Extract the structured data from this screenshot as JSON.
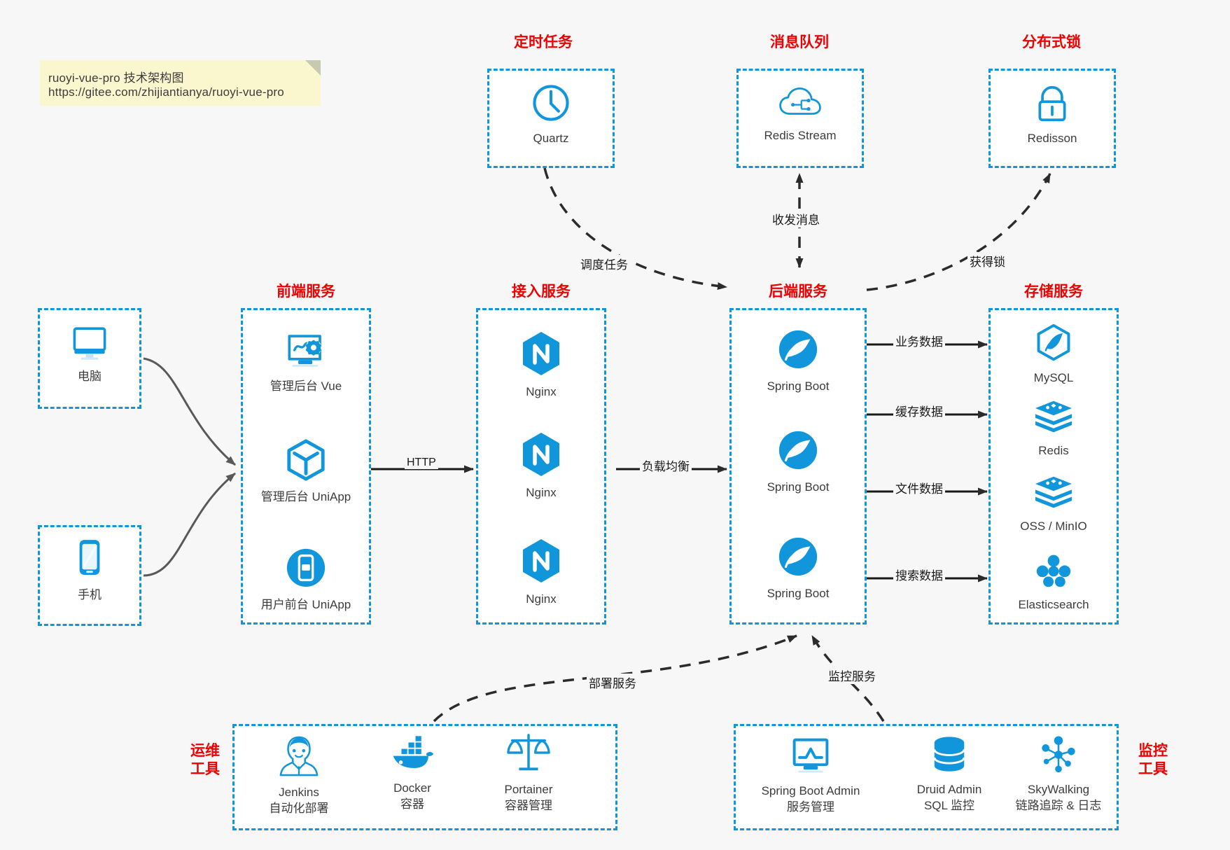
{
  "note": {
    "line1": "ruoyi-vue-pro 技术架构图",
    "line2": "https://gitee.com/zhijiantianya/ruoyi-vue-pro"
  },
  "colors": {
    "accent": "#1296db",
    "group_label": "#f00000",
    "text": "#3c3c3c",
    "background": "#f7f7f7",
    "box_fill": "#ffffff",
    "arrow_solid": "#1a1a1a",
    "arrow_grey": "#595959",
    "note_fill": "#faf6cd"
  },
  "groups": {
    "scheduled_task": {
      "label": "定时任务",
      "nodes": [
        {
          "name": "Quartz",
          "icon": "clock-icon"
        }
      ]
    },
    "message_queue": {
      "label": "消息队列",
      "nodes": [
        {
          "name": "Redis Stream",
          "icon": "cloud-stream-icon"
        }
      ]
    },
    "distributed_lock": {
      "label": "分布式锁",
      "nodes": [
        {
          "name": "Redisson",
          "icon": "lock-icon"
        }
      ]
    },
    "clients": {
      "nodes": [
        {
          "name": "电脑",
          "icon": "desktop-monitor-icon"
        },
        {
          "name": "手机",
          "icon": "mobile-phone-icon"
        }
      ]
    },
    "frontend": {
      "label": "前端服务",
      "nodes": [
        {
          "name": "管理后台 Vue",
          "icon": "dashboard-gear-icon"
        },
        {
          "name": "管理后台 UniApp",
          "icon": "cube-icon"
        },
        {
          "name": "用户前台 UniApp",
          "icon": "mobile-app-icon"
        }
      ]
    },
    "gateway": {
      "label": "接入服务",
      "nodes": [
        {
          "name": "Nginx",
          "icon": "nginx-icon"
        },
        {
          "name": "Nginx",
          "icon": "nginx-icon"
        },
        {
          "name": "Nginx",
          "icon": "nginx-icon"
        }
      ]
    },
    "backend": {
      "label": "后端服务",
      "nodes": [
        {
          "name": "Spring Boot",
          "icon": "spring-leaf-icon"
        },
        {
          "name": "Spring Boot",
          "icon": "spring-leaf-icon"
        },
        {
          "name": "Spring Boot",
          "icon": "spring-leaf-icon"
        }
      ]
    },
    "storage": {
      "label": "存储服务",
      "nodes": [
        {
          "name": "MySQL",
          "icon": "mysql-dolphin-icon"
        },
        {
          "name": "Redis",
          "icon": "redis-stack-icon"
        },
        {
          "name": "OSS / MinIO",
          "icon": "object-storage-icon"
        },
        {
          "name": "Elasticsearch",
          "icon": "elasticsearch-icon"
        }
      ]
    },
    "ops_tools": {
      "label_line1": "运维",
      "label_line2": "工具",
      "nodes": [
        {
          "name": "Jenkins",
          "sub": "自动化部署",
          "icon": "jenkins-butler-icon"
        },
        {
          "name": "Docker",
          "sub": "容器",
          "icon": "docker-whale-icon"
        },
        {
          "name": "Portainer",
          "sub": "容器管理",
          "icon": "scales-icon"
        }
      ]
    },
    "monitor_tools": {
      "label_line1": "监控",
      "label_line2": "工具",
      "nodes": [
        {
          "name": "Spring Boot Admin",
          "sub": "服务管理",
          "icon": "monitor-chart-icon"
        },
        {
          "name": "Druid Admin",
          "sub": "SQL 监控",
          "icon": "database-icon"
        },
        {
          "name": "SkyWalking",
          "sub": "链路追踪 & 日志",
          "icon": "skywalking-nodes-icon"
        }
      ]
    }
  },
  "edges": [
    {
      "id": "schedule",
      "label": "调度任务"
    },
    {
      "id": "mq",
      "label": "收发消息"
    },
    {
      "id": "lock",
      "label": "获得锁"
    },
    {
      "id": "http",
      "label": "HTTP"
    },
    {
      "id": "lb",
      "label": "负载均衡"
    },
    {
      "id": "biz",
      "label": "业务数据"
    },
    {
      "id": "cache",
      "label": "缓存数据"
    },
    {
      "id": "file",
      "label": "文件数据"
    },
    {
      "id": "search",
      "label": "搜索数据"
    },
    {
      "id": "deploy",
      "label": "部署服务"
    },
    {
      "id": "observe",
      "label": "监控服务"
    }
  ]
}
